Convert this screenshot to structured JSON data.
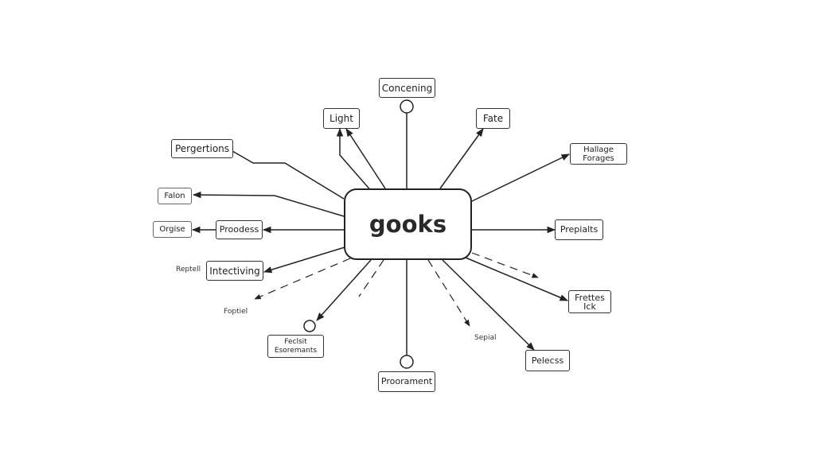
{
  "diagram": {
    "center": {
      "label": "gooks"
    },
    "nodes": [
      {
        "id": "concening",
        "label": "Concening"
      },
      {
        "id": "light",
        "label": "Light"
      },
      {
        "id": "fate",
        "label": "Fate"
      },
      {
        "id": "pergertions",
        "label": "Pergertions"
      },
      {
        "id": "hallage",
        "label": "Hallage\nForages"
      },
      {
        "id": "falon",
        "label": "Falon"
      },
      {
        "id": "orgise",
        "label": "Orgise"
      },
      {
        "id": "proodess",
        "label": "Proodess"
      },
      {
        "id": "prepialts",
        "label": "Prepialts"
      },
      {
        "id": "intectiving",
        "label": "Intectiving"
      },
      {
        "id": "frettes",
        "label": "Frettes\nIck"
      },
      {
        "id": "feclsit",
        "label": "Feclsit\nEsoremants"
      },
      {
        "id": "proorament",
        "label": "Proorament"
      },
      {
        "id": "pelecss",
        "label": "Pelecss"
      }
    ],
    "free_labels": [
      {
        "id": "reptell",
        "label": "Reptell"
      },
      {
        "id": "foptiel",
        "label": "Foptiel"
      },
      {
        "id": "sepial",
        "label": "Sepial"
      }
    ],
    "colors": {
      "stroke": "#222222",
      "background": "#ffffff",
      "text": "#222222"
    }
  }
}
